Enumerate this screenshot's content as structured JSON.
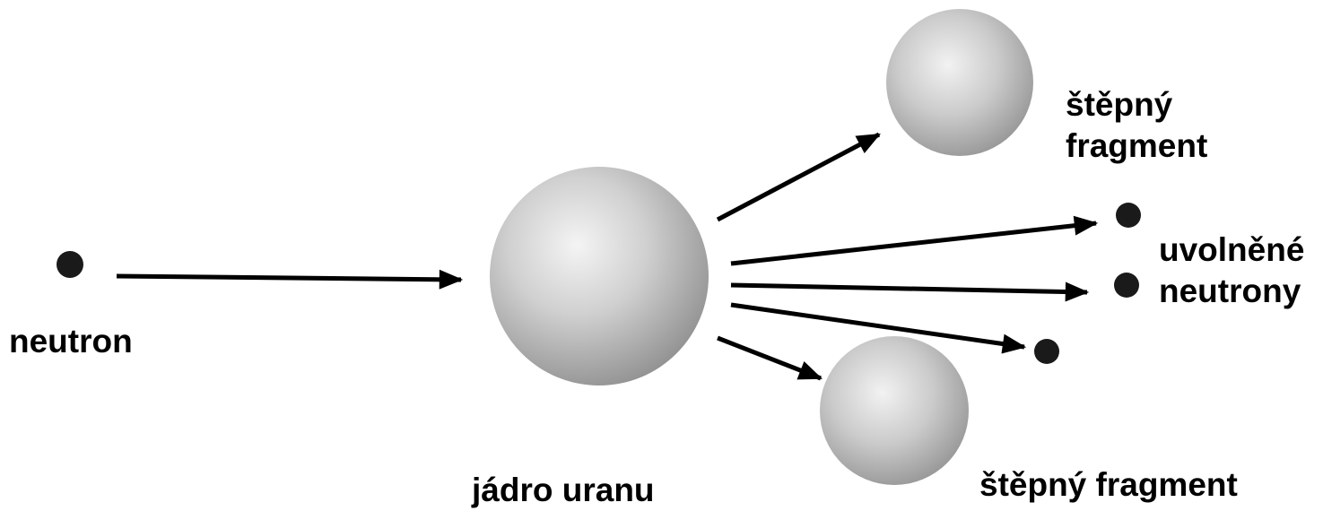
{
  "labels": {
    "neutron": "neutron",
    "nucleus": "jádro uranu",
    "fragment_top_line1": "štěpný",
    "fragment_top_line2": "fragment",
    "released_line1": "uvolněné",
    "released_line2": "neutrony",
    "fragment_bottom": "štěpný fragment"
  },
  "colors": {
    "particle": "#1a1a1a",
    "arrow": "#000000",
    "sphere_light": "#f2f2f2",
    "sphere_mid": "#c9c9c9",
    "sphere_dark": "#8f8f8f"
  }
}
